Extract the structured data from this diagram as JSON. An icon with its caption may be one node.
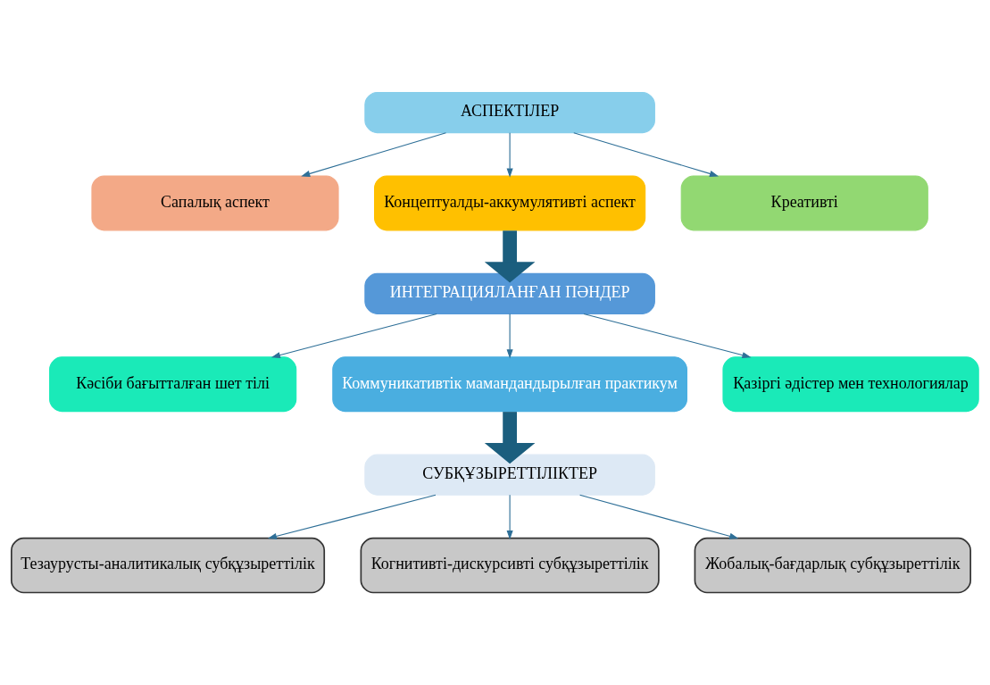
{
  "diagram": {
    "nodes": [
      {
        "text": [
          "АСПЕКТІЛЕР"
        ]
      },
      {
        "text": [
          "Сапалық аспект"
        ]
      },
      {
        "text": [
          "Концептуалды-аккумулятивті аспект"
        ]
      },
      {
        "text": [
          "Креативті"
        ]
      },
      {
        "text": [
          "ИНТЕГРАЦИЯЛАНҒАН ПӘНДЕР"
        ]
      },
      {
        "text": [
          "Кәсіби бағытталған шет тілі"
        ]
      },
      {
        "text": [
          "Коммуникативтік мамандандырылған практикум"
        ]
      },
      {
        "text": [
          "Қазіргі әдістер мен технологиялар"
        ]
      },
      {
        "text": [
          "СУБҚҰЗЫРЕТТІЛІКТЕР"
        ]
      },
      {
        "text": [
          "Тезаурусты-аналитикалық субқұзыреттілік"
        ]
      },
      {
        "text": [
          "Когнитивті-дискурсивті субқұзыреттілік"
        ]
      },
      {
        "text": [
          "Жобалық-бағдарлық субқұзыреттілік"
        ]
      }
    ],
    "edges": [
      {
        "from": 0,
        "to": 1,
        "arrow": "to"
      },
      {
        "from": 0,
        "to": 2,
        "arrow": "to"
      },
      {
        "from": 0,
        "to": 3,
        "arrow": "to"
      },
      {
        "from": 2,
        "to": 4,
        "arrow": "to",
        "style": "thick",
        "color": "#1b5e7e"
      },
      {
        "from": 4,
        "to": 5,
        "arrow": "to"
      },
      {
        "from": 4,
        "to": 6,
        "arrow": "to"
      },
      {
        "from": 4,
        "to": 7,
        "arrow": "to"
      },
      {
        "from": 6,
        "to": 8,
        "arrow": "to",
        "style": "thick",
        "color": "#1b5e7e"
      },
      {
        "from": 8,
        "to": 9,
        "arrow": "to"
      },
      {
        "from": 8,
        "to": 10,
        "arrow": "to"
      },
      {
        "from": 8,
        "to": 11,
        "arrow": "to"
      }
    ]
  }
}
